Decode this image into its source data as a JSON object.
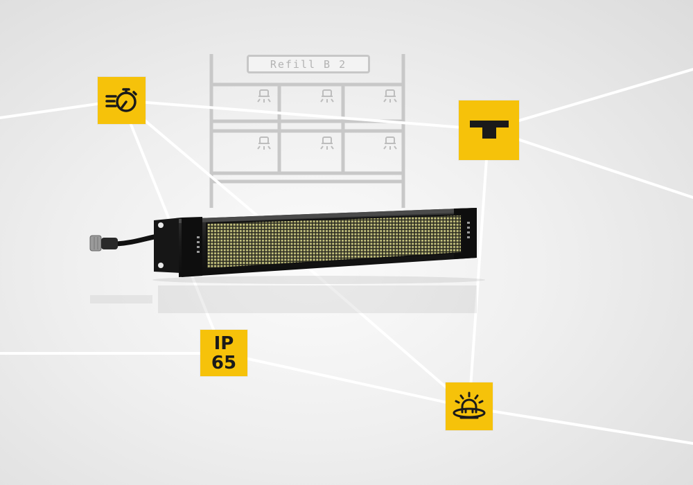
{
  "shelf": {
    "label": "Refill B 2"
  },
  "badges": {
    "speed": {
      "icon": "stopwatch-speed-icon"
    },
    "mount": {
      "icon": "t-mount-icon"
    },
    "protection": {
      "line1": "IP",
      "line2": "65"
    },
    "light": {
      "icon": "signal-light-icon"
    }
  },
  "colors": {
    "accent_yellow": "#f6c20a",
    "led_matrix": "#b8b574",
    "housing": "#1b1b1b",
    "network_lines": "#ffffff"
  }
}
